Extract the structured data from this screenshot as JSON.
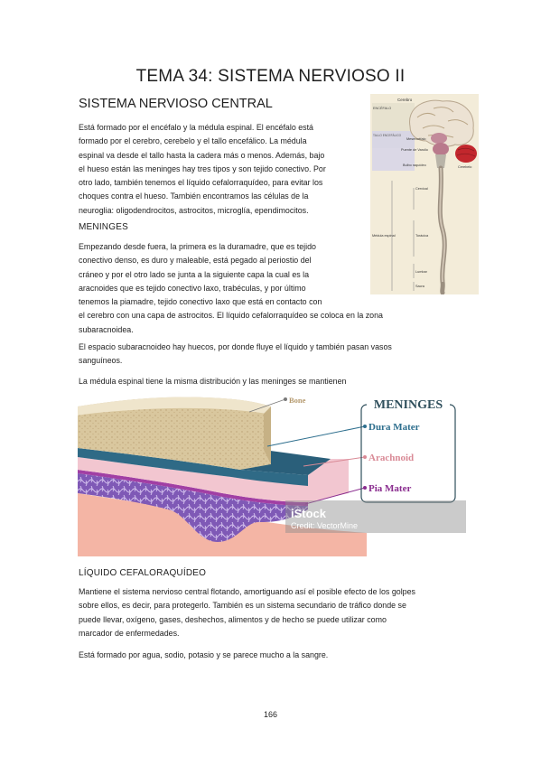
{
  "page": {
    "title": "TEMA 34: SISTEMA NERVIOSO II",
    "section_title": "SISTEMA NERVIOSO CENTRAL",
    "intro_lines": [
      "Está formado por el encéfalo y la médula espinal. El encéfalo está",
      "formado por el cerebro, cerebelo y el tallo encefálico. La médula",
      "espinal va desde el tallo hasta la cadera más o menos. Además, bajo",
      "el hueso están las meninges hay tres tipos y son tejido conectivo. Por",
      "otro lado, también tenemos el líquido cefalorraquídeo, para evitar los",
      "choques contra el hueso. También encontramos las células de la",
      "neuroglia: oligodendrocitos, astrocitos, microglía, ependimocitos."
    ],
    "meninges_heading": "MENINGES",
    "meninges_lines": [
      "Empezando desde fuera, la primera es la duramadre, que es tejido",
      "conectivo denso, es duro y maleable, está pegado al periostio del",
      "cráneo y por el otro lado se junta a la siguiente capa la cual es la",
      "aracnoides que es tejido conectivo laxo, trabéculas, y por último",
      "tenemos la piamadre, tejido conectivo laxo que está en contacto con",
      "el cerebro con una capa de astrocitos. El líquido cefalorraquídeo se coloca en la zona",
      "subaracnoidea."
    ],
    "subarachnoid_lines": [
      "El espacio subaracnoideo hay huecos, por donde fluye el líquido y también pasan vasos",
      "sanguíneos."
    ],
    "spinal_line": "La médula espinal tiene la misma distribución y las meninges se mantienen",
    "csf_heading": "LÍQUIDO CEFALORAQUÍDEO",
    "csf_lines": [
      "Mantiene el sistema nervioso central flotando, amortiguando así el posible efecto de los golpes",
      "sobre ellos, es decir, para protegerlo. También es un sistema secundario de tráfico donde se",
      "puede llevar, oxígeno, gases, deshechos, alimentos y de hecho se puede utilizar como",
      "marcador de enfermedades."
    ],
    "composition_line": "Está formado por agua, sodio, potasio y se parece mucho a la sangre.",
    "page_number": "166"
  },
  "cns_figure": {
    "labels": {
      "cerebro": "Cerebro",
      "encefalo": "ENCÉFALO",
      "tallo": "TALLO ENCEFÁLICO",
      "mesencefalo": "Mesencéfalo",
      "puente": "Puente de Varolio",
      "bulbo": "Bulbo raquídeo",
      "cerebelo": "Cerebelo",
      "cervical": "Cervical",
      "medula": "Médula espinal",
      "toracica": "Torácica",
      "lumbar": "Lumbar",
      "sacra": "Sacra"
    }
  },
  "meninges_figure": {
    "heading": "MENINGES",
    "bone": "Bone",
    "dura": "Dura Mater",
    "arachnoid": "Arachnoid",
    "pia": "Pia Mater",
    "watermark": "iStock",
    "credit": "Credit: VectorMine",
    "colors": {
      "heading": "#2f4f5c",
      "bone": "#b59a6f",
      "dura": "#2e6f8e",
      "arachnoid": "#d98a96",
      "pia": "#8a2d8f"
    }
  }
}
